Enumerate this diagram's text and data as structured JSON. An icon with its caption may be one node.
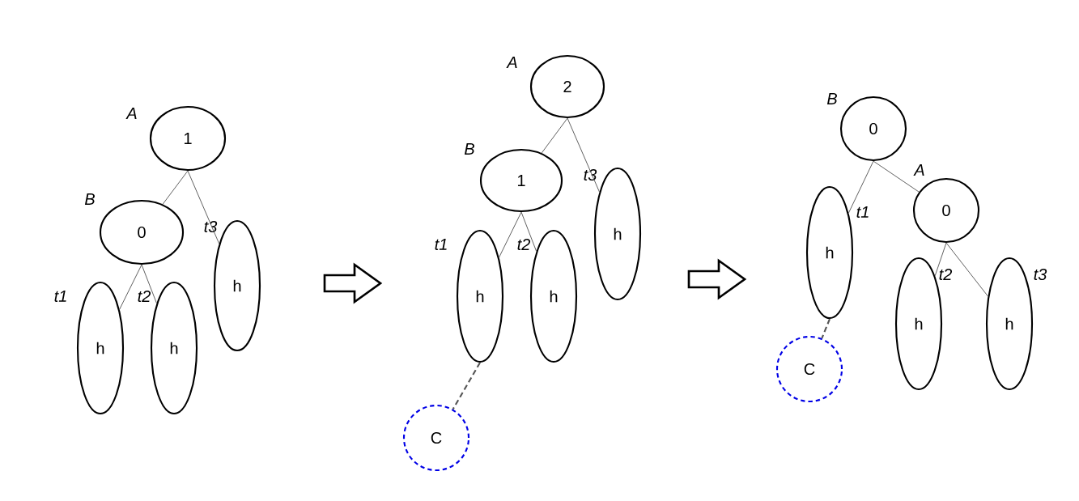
{
  "diagram": {
    "nodes": [
      {
        "text": [
          "1"
        ],
        "beside": [
          "A"
        ]
      },
      {
        "text": [
          "0"
        ],
        "beside": [
          "B"
        ]
      },
      {
        "text": [
          "h"
        ],
        "beside": [
          "t1"
        ]
      },
      {
        "text": [
          "h"
        ],
        "beside": [
          "t2"
        ]
      },
      {
        "text": [
          "h"
        ],
        "beside": [
          "t3"
        ]
      },
      {
        "text": [
          "2"
        ],
        "beside": [
          "A"
        ]
      },
      {
        "text": [
          "1"
        ],
        "beside": [
          "B"
        ]
      },
      {
        "text": [
          "h"
        ],
        "beside": [
          "t1"
        ]
      },
      {
        "text": [
          "h"
        ],
        "beside": [
          "t2"
        ]
      },
      {
        "text": [
          "h"
        ],
        "beside": [
          "t3"
        ]
      },
      {
        "text": [
          "C"
        ]
      },
      {
        "text": [
          "0"
        ],
        "beside": [
          "B"
        ]
      },
      {
        "text": [
          "h"
        ],
        "beside": [
          "t1"
        ]
      },
      {
        "text": [
          "0"
        ],
        "beside": [
          "A"
        ]
      },
      {
        "text": [
          "h"
        ],
        "beside": [
          "t2"
        ]
      },
      {
        "text": [
          "h"
        ],
        "beside": [
          "t3"
        ]
      },
      {
        "text": [
          "C"
        ]
      }
    ],
    "edges": [
      {
        "from": 0,
        "to": 1,
        "arrow": "none"
      },
      {
        "from": 0,
        "to": 4,
        "arrow": "none"
      },
      {
        "from": 1,
        "to": 2,
        "arrow": "none"
      },
      {
        "from": 1,
        "to": 3,
        "arrow": "none"
      },
      {
        "from": 5,
        "to": 6,
        "arrow": "none"
      },
      {
        "from": 5,
        "to": 9,
        "arrow": "none"
      },
      {
        "from": 6,
        "to": 7,
        "arrow": "none"
      },
      {
        "from": 6,
        "to": 8,
        "arrow": "none"
      },
      {
        "from": 7,
        "to": 10,
        "arrow": "none",
        "style": "dashed"
      },
      {
        "from": 11,
        "to": 12,
        "arrow": "none"
      },
      {
        "from": 11,
        "to": 13,
        "arrow": "none"
      },
      {
        "from": 13,
        "to": 14,
        "arrow": "none"
      },
      {
        "from": 13,
        "to": 15,
        "arrow": "none"
      },
      {
        "from": 12,
        "to": 16,
        "arrow": "none",
        "style": "dashed"
      }
    ]
  }
}
